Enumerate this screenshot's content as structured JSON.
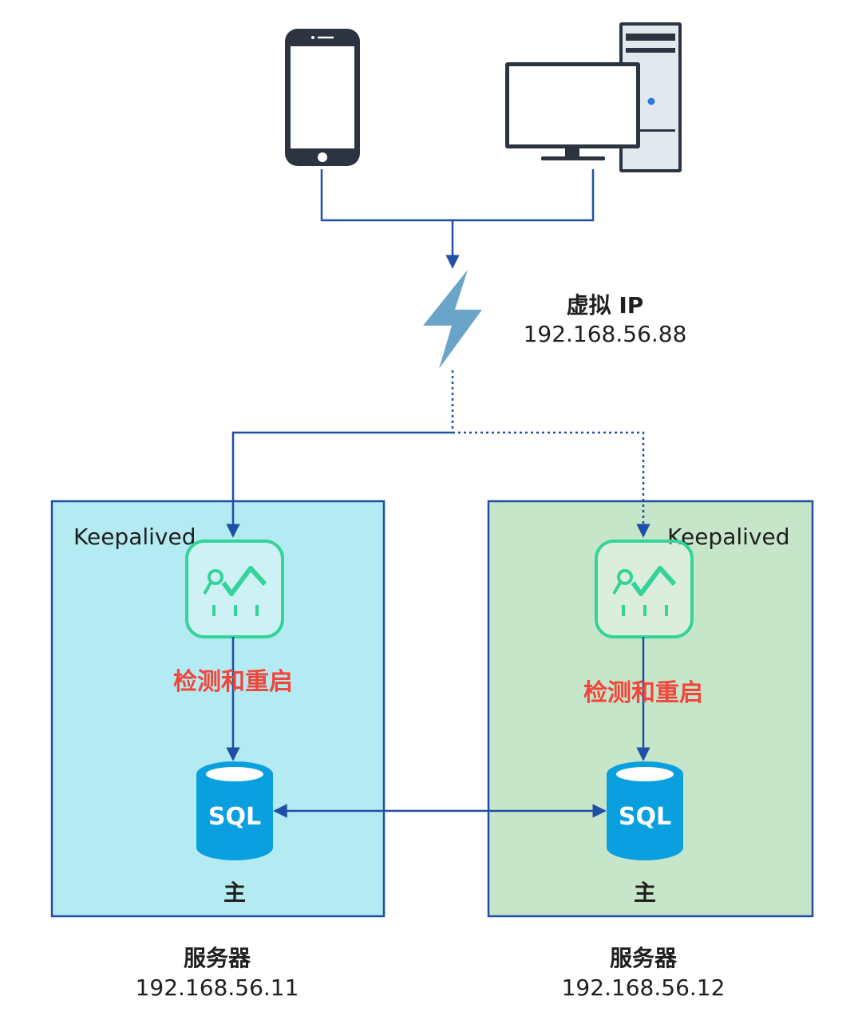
{
  "vip": {
    "title": "虚拟 IP",
    "address": "192.168.56.88"
  },
  "servers": [
    {
      "keepalived_label": "Keepalived",
      "health_label": "检测和重启",
      "db_label": "SQL",
      "role_label": "主",
      "caption_title": "服务器",
      "caption_ip": "192.168.56.11",
      "box_color": "#b4eaf2"
    },
    {
      "keepalived_label": "Keepalived",
      "health_label": "检测和重启",
      "db_label": "SQL",
      "role_label": "主",
      "caption_title": "服务器",
      "caption_ip": "192.168.56.12",
      "box_color": "#c7e5c8"
    }
  ],
  "colors": {
    "line": "#1f4fa6",
    "box_border": "#1f4fa6",
    "keepalived_icon": "#34d399",
    "db_icon": "#0aa0e0",
    "lightning": "#6aa4c8",
    "device": "#2b3440"
  },
  "icons": {
    "client_phone": "smartphone-icon",
    "client_pc": "desktop-computer-icon",
    "vip": "lightning-icon",
    "keepalived": "monitoring-chart-icon",
    "database": "database-icon"
  }
}
